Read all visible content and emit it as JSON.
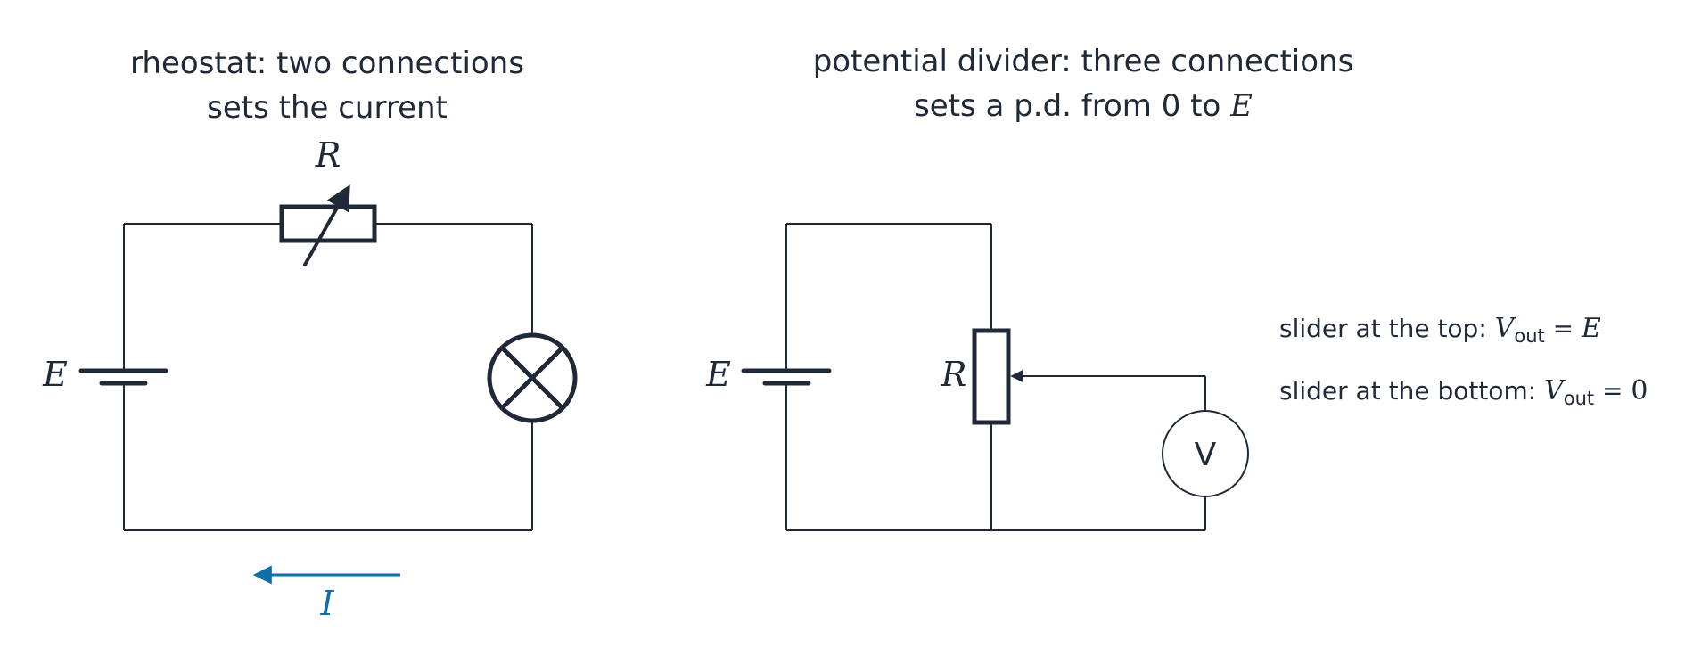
{
  "colors": {
    "ink": "#1f2937",
    "current": "#0e6fa8",
    "background": "#ffffff"
  },
  "rheostat": {
    "title_line1": "rheostat: two connections",
    "title_line2": "sets the current",
    "resistor_label": "R",
    "cell_label": "E",
    "current_label": "I"
  },
  "divider": {
    "title_line1": "potential divider: three connections",
    "title_line2_text": "sets a p.d. from 0 to ",
    "title_line2_symbol": "E",
    "cell_label": "E",
    "resistor_label": "R",
    "voltmeter_label": "V"
  },
  "notes": [
    {
      "prefix": "slider at the top: ",
      "symbol": "V",
      "subscript": "out",
      "equals": " = ",
      "value": "E",
      "value_italic": true
    },
    {
      "prefix": "slider at the bottom: ",
      "symbol": "V",
      "subscript": "out",
      "equals": " = ",
      "value": "0",
      "value_italic": false
    }
  ],
  "icons": {
    "cell": "cell-icon",
    "variable_resistor": "variable-resistor-icon",
    "lamp": "lamp-icon",
    "resistor": "resistor-icon",
    "voltmeter": "voltmeter-icon",
    "arrow": "arrow-icon"
  }
}
